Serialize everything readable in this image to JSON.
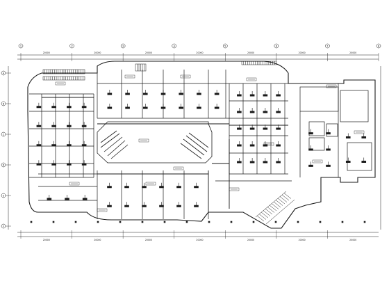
{
  "drawing": {
    "ink_color": "#1a1a1a",
    "paper_color": "#ffffff",
    "background_color": "#ffffff",
    "dimension_labels_top": [
      "20000",
      "20000",
      "20000",
      "20000",
      "20000",
      "20000",
      "20000"
    ],
    "dimension_labels_bottom": [
      "20000",
      "20000",
      "20000",
      "20000",
      "20000",
      "20000",
      "20000"
    ],
    "axis_labels_top": [
      "1",
      "2",
      "3",
      "4",
      "5",
      "6",
      "7",
      "8"
    ],
    "axis_labels_left": [
      "A",
      "B",
      "C",
      "D",
      "E",
      "F"
    ]
  }
}
